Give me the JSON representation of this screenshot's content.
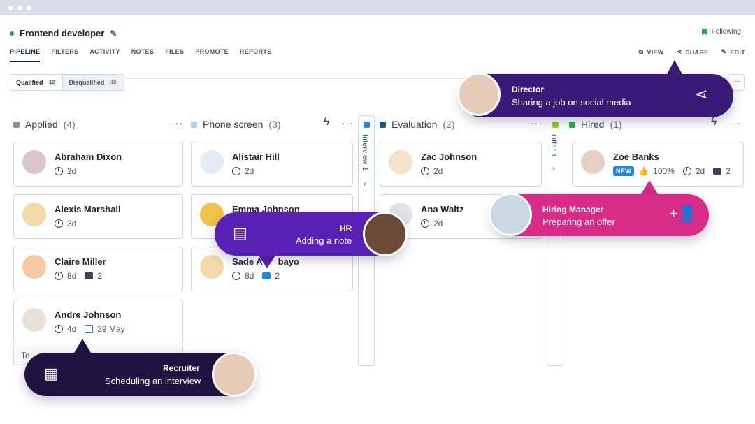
{
  "job": {
    "title": "Frontend developer",
    "following": "Following"
  },
  "nav": [
    "PIPELINE",
    "FILTERS",
    "ACTIVITY",
    "NOTES",
    "FILES",
    "PROMOTE",
    "REPORTS"
  ],
  "actions": {
    "view": "VIEW",
    "share": "SHARE",
    "edit": "EDIT"
  },
  "filter": {
    "qualified": "Qualified",
    "qualified_count": "12",
    "disqualified": "Disqualified",
    "disqualified_count": "18"
  },
  "columns": {
    "applied": {
      "name": "Applied",
      "count": "(4)",
      "color": "#8a919e"
    },
    "phone": {
      "name": "Phone screen",
      "count": "(3)",
      "color": "#a7d4f5"
    },
    "interview": {
      "name": "Interview",
      "count": "1",
      "color": "#1e88e5"
    },
    "evaluation": {
      "name": "Evaluation",
      "count": "(2)",
      "color": "#1c5a86"
    },
    "offer": {
      "name": "Offer",
      "count": "1",
      "color": "#8bd12c"
    },
    "hired": {
      "name": "Hired",
      "count": "(1)",
      "color": "#2bb24c"
    }
  },
  "cards": {
    "abraham": {
      "name": "Abraham Dixon",
      "age": "2d"
    },
    "alexis": {
      "name": "Alexis Marshall",
      "age": "3d"
    },
    "claire": {
      "name": "Claire Miller",
      "age": "8d",
      "comments": "2"
    },
    "andre": {
      "name": "Andre Johnson",
      "age": "4d",
      "date": "29 May"
    },
    "alistair": {
      "name": "Alistair Hill",
      "age": "2d"
    },
    "emma": {
      "name": "Emma Johnson"
    },
    "sade": {
      "name": "Sade Akinbayo",
      "name_visible": "Sade A",
      "name_tail": "bayo",
      "age": "8d",
      "comments": "2"
    },
    "zac": {
      "name": "Zac Johnson",
      "age": "2d"
    },
    "ana": {
      "name": "Ana Waltz",
      "age": "2d"
    },
    "zoe": {
      "name": "Zoe Banks",
      "badge": "NEW",
      "score": "100%",
      "age": "2d",
      "comments": "2"
    }
  },
  "shadow_card_text": "To",
  "popups": {
    "director": {
      "role": "Director",
      "action": "Sharing a job on social media",
      "color": "#3a1a78"
    },
    "hiring": {
      "role": "Hiring Manager",
      "action": "Preparing an offer",
      "color": "#d62b86"
    },
    "hr": {
      "role": "HR",
      "action": "Adding a note",
      "color": "#5a1fb4"
    },
    "recruiter": {
      "role": "Recruiter",
      "action": "Scheduling an interview",
      "color": "#1f133f"
    }
  }
}
